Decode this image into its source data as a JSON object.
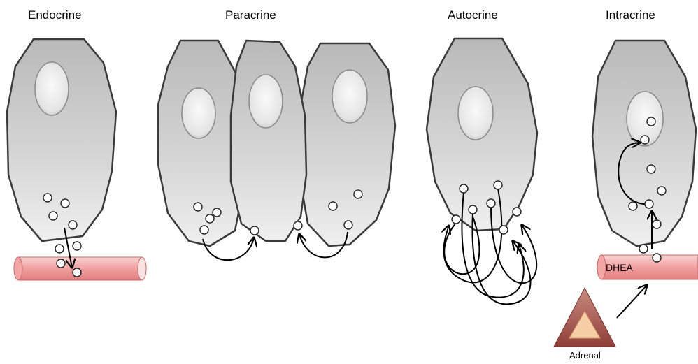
{
  "titles": {
    "endocrine": "Endocrine",
    "paracrine": "Paracrine",
    "autocrine": "Autocrine",
    "intracrine": "Intracrine"
  },
  "labels": {
    "dhea": "DHEA",
    "adrenal": "Adrenal"
  },
  "colors": {
    "cell_fill": "#c9c9c9",
    "cell_stroke": "#3a3a3a",
    "vessel": "#f3a9a9",
    "gland_outer": "#a0524a",
    "gland_inner": "#f5c9a0"
  }
}
